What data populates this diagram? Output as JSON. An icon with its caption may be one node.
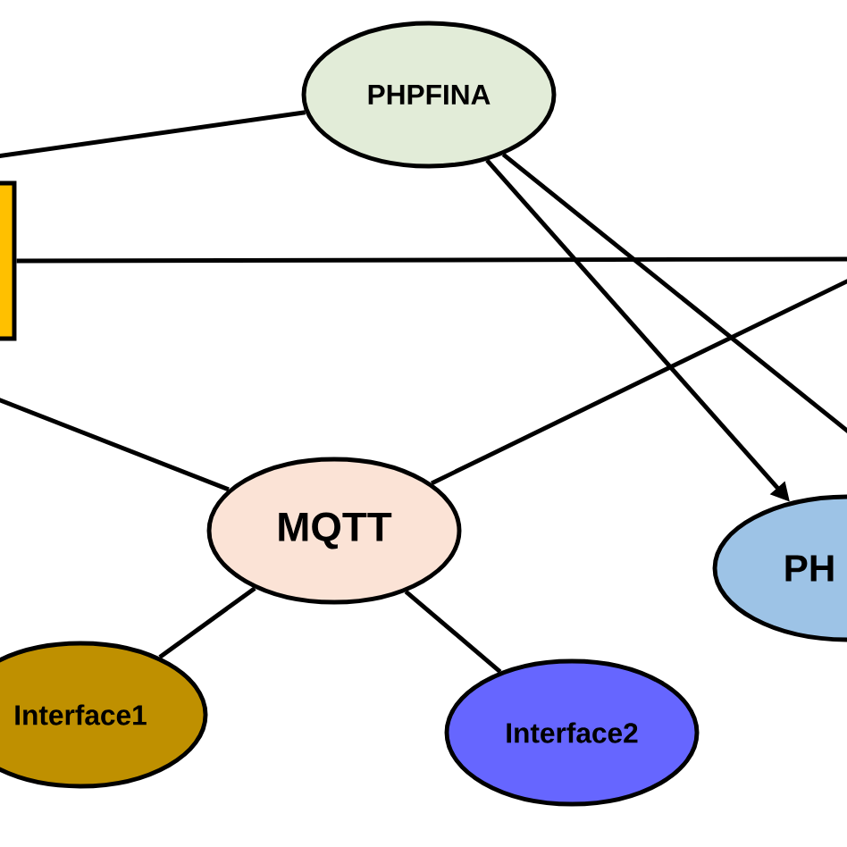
{
  "diagram": {
    "nodes": [
      {
        "text": [
          "PHPFINA"
        ]
      },
      {
        "text": [],
        "shape": "box"
      },
      {
        "text": [
          "MQTT"
        ]
      },
      {
        "text": [
          "PH"
        ]
      },
      {
        "text": [
          "Interface1"
        ]
      },
      {
        "text": [
          "Interface2"
        ]
      }
    ],
    "edges": [
      {
        "from": null,
        "to": 0,
        "arrow": "none"
      },
      {
        "from": 1,
        "to": null,
        "arrow": "none"
      },
      {
        "from": null,
        "to": 2,
        "arrow": "none"
      },
      {
        "from": 2,
        "to": null,
        "arrow": "none"
      },
      {
        "from": 0,
        "to": 3,
        "arrow": "to"
      },
      {
        "from": 0,
        "to": null,
        "arrow": "none"
      },
      {
        "from": 2,
        "to": 4,
        "arrow": "none"
      },
      {
        "from": 2,
        "to": 5,
        "arrow": "none"
      }
    ]
  }
}
